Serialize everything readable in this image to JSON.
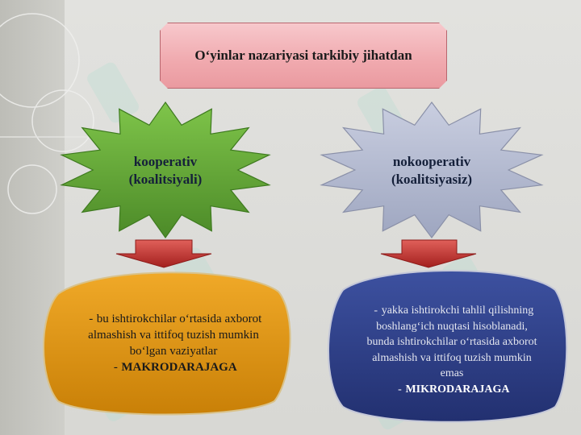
{
  "title": "O‘yinlar nazariyasi tarkibiy jihatdan",
  "left": {
    "star_line1": "kooperativ",
    "star_line2": "(koalitsiyali)",
    "bullet_dash": "-",
    "text_line1": "bu ishtirokchilar o‘rtasida axborot",
    "text_line2": "almashish va ittifoq tuzish mumkin",
    "text_line3": "bo‘lgan vaziyatlar",
    "result": "MAKRODARAJAGA",
    "colors": {
      "star": "#5a9a32",
      "arrow": "#b22a28",
      "blob": "#d9920f"
    }
  },
  "right": {
    "star_line1": "nokooperativ",
    "star_line2": "(koalitsiyasiz)",
    "bullet_dash": "-",
    "text_line1": "yakka ishtirokchi tahlil qilishning",
    "text_line2": "boshlang‘ich nuqtasi hisoblanadi,",
    "text_line3": "bunda ishtirokchilar o‘rtasida axborot",
    "text_line4": "almashish va ittifoq tuzish mumkin",
    "text_line5": "emas",
    "result": "MIKRODARAJAGA",
    "colors": {
      "star": "#a9b0c8",
      "arrow": "#b22a28",
      "blob": "#2e3f86"
    }
  }
}
